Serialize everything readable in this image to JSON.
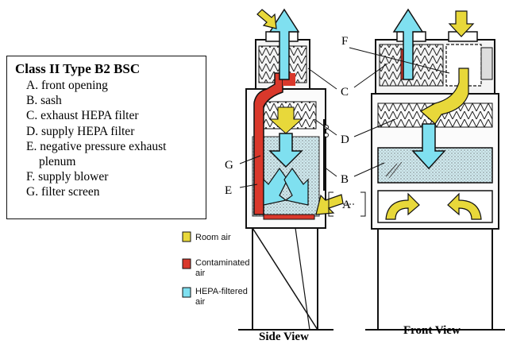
{
  "legend": {
    "title": "Class II Type B2 BSC",
    "items": [
      "A. front opening",
      "B. sash",
      "C. exhaust HEPA filter",
      "D. supply HEPA filter",
      "E. negative pressure exhaust",
      "plenum",
      "F. supply blower",
      "G. filter screen"
    ]
  },
  "airflow_key": {
    "room_air": "Room air",
    "contaminated_1": "Contaminated",
    "contaminated_2": "air",
    "hepa_1": "HEPA-filtered",
    "hepa_2": "air"
  },
  "callouts": {
    "A": "A",
    "B": "B",
    "C": "C",
    "D": "D",
    "E": "E",
    "F": "F",
    "G": "G"
  },
  "views": {
    "side": "Side View",
    "front": "Front View"
  },
  "colors": {
    "room_air": "#e8d83a",
    "contaminated": "#d9382b",
    "hepa_filtered": "#7fe0f0",
    "outline": "#111111"
  }
}
